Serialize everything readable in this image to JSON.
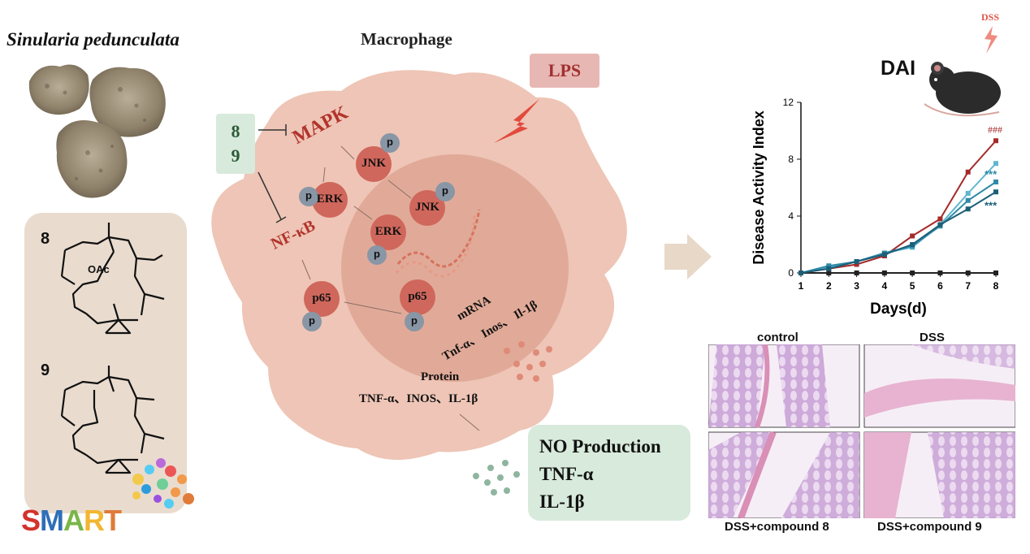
{
  "species_name": "Sinularia pedunculata",
  "compound_labels": [
    "8",
    "9"
  ],
  "oac_label": "OAc",
  "macrophage_title": "Macrophage",
  "lps_label": "LPS",
  "inhibitors": [
    "8",
    "9"
  ],
  "pathway": {
    "mapk_label": "MAPK",
    "nfkb_label": "NF-κB",
    "nodes": {
      "jnk_outer": "JNK",
      "erk_outer": "ERK",
      "jnk_inner": "JNK",
      "erk_inner": "ERK",
      "p65_outer": "p65",
      "p65_inner": "p65"
    },
    "phospho": "p"
  },
  "mrna_label": "mRNA",
  "mrna_genes": "Tnf-α、 Inos、 Il-1β",
  "protein_label": "Protein",
  "protein_items": "TNF-α、INOS、IL-1β",
  "outputs": [
    "NO Production",
    "TNF-α",
    "IL-1β"
  ],
  "dss_label": "DSS",
  "dai_label": "DAI",
  "histology": {
    "labels_top": [
      "control",
      "DSS"
    ],
    "labels_bottom": [
      "DSS+compound 8",
      "DSS+compound 9"
    ]
  },
  "chart_data": {
    "type": "line",
    "xlabel": "Days(d)",
    "ylabel": "Disease Activity Index",
    "x": [
      1,
      2,
      3,
      4,
      5,
      6,
      7,
      8
    ],
    "ylim": [
      0,
      12
    ],
    "yticks": [
      0,
      4,
      8,
      12
    ],
    "series": [
      {
        "values": [
          0,
          0,
          0,
          0,
          0,
          0,
          0,
          0
        ],
        "color": "#222222"
      },
      {
        "values": [
          0,
          0.3,
          0.6,
          1.2,
          2.6,
          3.8,
          7.1,
          9.3
        ],
        "color": "#a42a2a"
      },
      {
        "values": [
          0,
          0.4,
          0.8,
          1.4,
          1.8,
          3.4,
          5.6,
          7.7
        ],
        "color": "#5fb6cf"
      },
      {
        "values": [
          0,
          0.5,
          0.8,
          1.4,
          1.9,
          3.3,
          5.1,
          6.4
        ],
        "color": "#2f8aa8"
      },
      {
        "values": [
          0,
          0.3,
          0.8,
          1.3,
          2.0,
          3.4,
          4.5,
          5.7
        ],
        "color": "#1c5f78"
      }
    ],
    "annotations": [
      "###",
      "***",
      "***"
    ]
  },
  "smart_logo": "SMART",
  "colors": {
    "node": "#d0675c",
    "phospho": "#8896a5",
    "cell": "#eec5b6",
    "nucleus": "#e1aa98",
    "red_text": "#b2342c"
  }
}
